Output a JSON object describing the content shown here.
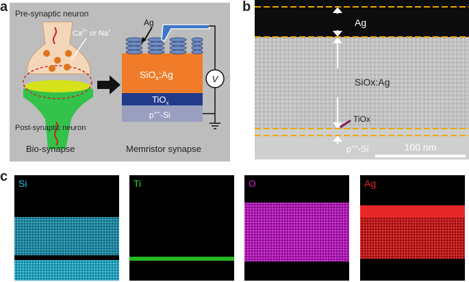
{
  "panels": {
    "a": {
      "label": "a",
      "pre_neuron": "Pre-synaptic neuron",
      "ions_prefix": "Ca",
      "ions_sup1": "2+",
      "ions_mid": " or Na",
      "ions_sup2": "+",
      "post_neuron": "Post-synaptic neuron",
      "bio_caption": "Bio-synapse",
      "mem_caption": "Memristor synapse",
      "ag_label": "Ag",
      "siox_main": "SiO",
      "siox_sub": "x",
      "siox_suffix": ":Ag",
      "tiox_main": "TiO",
      "tiox_sub": "x",
      "si_prefix": "p",
      "si_sup": "++",
      "si_suffix": "-Si",
      "voltage": "V",
      "colors": {
        "background": "#bdbdbd",
        "siox": "#f07c2a",
        "tiox": "#213a8a",
        "si": "#9a9fc0"
      }
    },
    "b": {
      "label": "b",
      "ag": "Ag",
      "siox": "SiOx:Ag",
      "tiox": "TiOx",
      "si_prefix": "p",
      "si_sup": "++",
      "si_suffix": "-Si",
      "scale_bar": "100 nm",
      "interface_color": "#f0a800"
    },
    "c": {
      "label": "c",
      "maps": [
        {
          "element": "Si",
          "color": "#29c4e6"
        },
        {
          "element": "Ti",
          "color": "#2fd62f"
        },
        {
          "element": "O",
          "color": "#d01fd6"
        },
        {
          "element": "Ag",
          "color": "#e82828"
        }
      ]
    }
  }
}
